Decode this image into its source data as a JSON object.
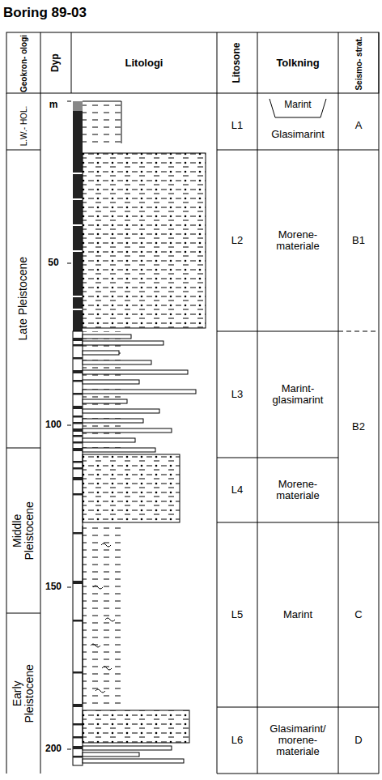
{
  "diagram": {
    "title": "Boring 89-03",
    "labels": [
      "Geokron- ologi",
      "Dyp",
      "Litologi",
      "Litosone",
      "Tolkning",
      "Seismo- strat.",
      "m",
      "50",
      "100",
      "150",
      "200",
      "L.W.- HOL.",
      "Late Pleistocene",
      "Middle Pleistocene",
      "Early Pleistocene",
      "L1",
      "Marint",
      "Glasimarint",
      "L2",
      "Morene- materiale",
      "L3",
      "Marint- glasimarint",
      "L4",
      "Morene- materiale",
      "L5",
      "Marint",
      "L6",
      "Glasimarint/ morene- materiale",
      "A",
      "B1",
      "B2",
      "C",
      "D"
    ]
  }
}
